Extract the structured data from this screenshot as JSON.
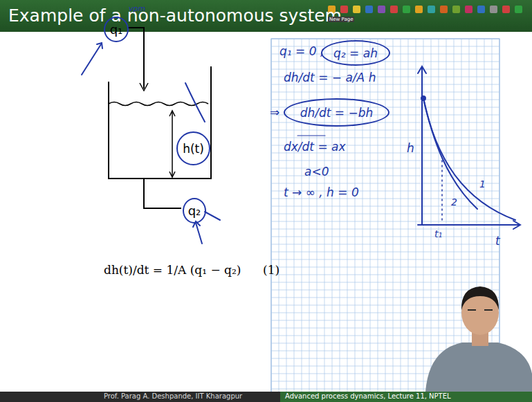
{
  "diagram": {
    "title": "Example of a non-autonomous system",
    "nodes": [
      {
        "text": [
          "q₁"
        ]
      },
      {
        "text": [
          "h(t)"
        ]
      },
      {
        "text": [
          "q₂"
        ]
      },
      {
        "text": [
          "q₂ = ah"
        ]
      },
      {
        "text": [
          "dh/dt = −bh"
        ]
      }
    ],
    "labels": [
      "vpm",
      "dh(t)/dt = 1/A (q₁ − q₂)",
      "(1)",
      "q₁ = 0 ;",
      "dh/dt = − a/A h",
      "⇒",
      "dx/dt = ax",
      "a<0",
      "t → ∞ , h = 0",
      "h",
      "t₁",
      "t",
      "1",
      "2",
      "Prof. Parag A. Deshpande, IIT Kharagpur",
      "Advanced process dynamics, Lecture 11, NPTEL",
      "New Page"
    ]
  }
}
